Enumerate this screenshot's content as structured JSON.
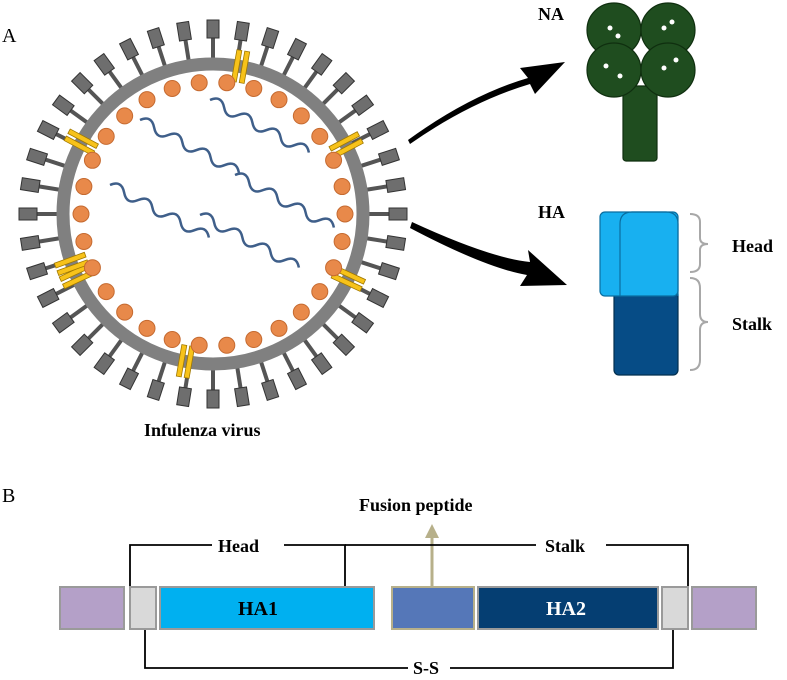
{
  "panel_a": {
    "letter": "A",
    "virus_label": "Infulenza virus",
    "na_label": "NA",
    "ha_label": "HA",
    "head_label": "Head",
    "stalk_label": "Stalk"
  },
  "panel_b": {
    "letter": "B",
    "fusion_label": "Fusion peptide",
    "head_label": "Head",
    "stalk_label": "Stalk",
    "ha1_label": "HA1",
    "ha2_label": "HA2",
    "ss_label": "S-S"
  },
  "colors": {
    "membrane": "#808080",
    "matrix": "#e8894a",
    "rna": "#3f5f8a",
    "na": "#1f4d1f",
    "ha_head": "#18b0f0",
    "ha_stalk": "#064c86",
    "ha1": "#00b0f0",
    "ha2": "#053e72",
    "fusion": "#5577b8",
    "signal": "#b4a0c8",
    "linker": "#d9d9d9",
    "arrow": "#b7b08a",
    "spike_ha": "#f7c21a"
  },
  "icons": [
    "na-spike-icon",
    "ha-spike-icon",
    "m2-channel-icon",
    "arrow-icon"
  ]
}
